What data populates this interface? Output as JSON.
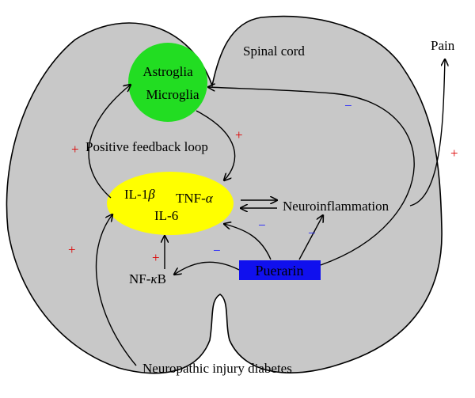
{
  "diagram": {
    "spinal_cord_label": "Spinal cord",
    "pain_label": "Pain",
    "glia": {
      "line1": "Astroglia",
      "line2": "Microglia"
    },
    "loop_label": "Positive feedback loop",
    "cytokines": {
      "il1": "IL-1",
      "il1_greek": "β",
      "tnf": "TNF-",
      "tnf_greek": "α",
      "il6": "IL-6"
    },
    "neuroinflammation_label": "Neuroinflammation",
    "nfkb": {
      "prefix": "NF-",
      "greek": "κ",
      "suffix": "B"
    },
    "puerarin_label": "Puerarin",
    "injury_label": "Neuropathic injury diabetes",
    "signs": {
      "plus_loop_left": "+",
      "plus_loop_right": "+",
      "plus_injury": "+",
      "plus_nfkb": "+",
      "plus_pain": "+",
      "minus_glia": "−",
      "minus_cytokine": "−",
      "minus_neuro": "−",
      "minus_nfkb": "−"
    },
    "colors": {
      "cord": "#c8c8c8",
      "glia": "#22dd22",
      "cytokines": "#ffff00",
      "puerarin_box": "#1010ee",
      "puerarin_text": "#ffffff",
      "plus": "#dd0000",
      "minus": "#1a1aff",
      "pain": "#dd0000"
    }
  }
}
